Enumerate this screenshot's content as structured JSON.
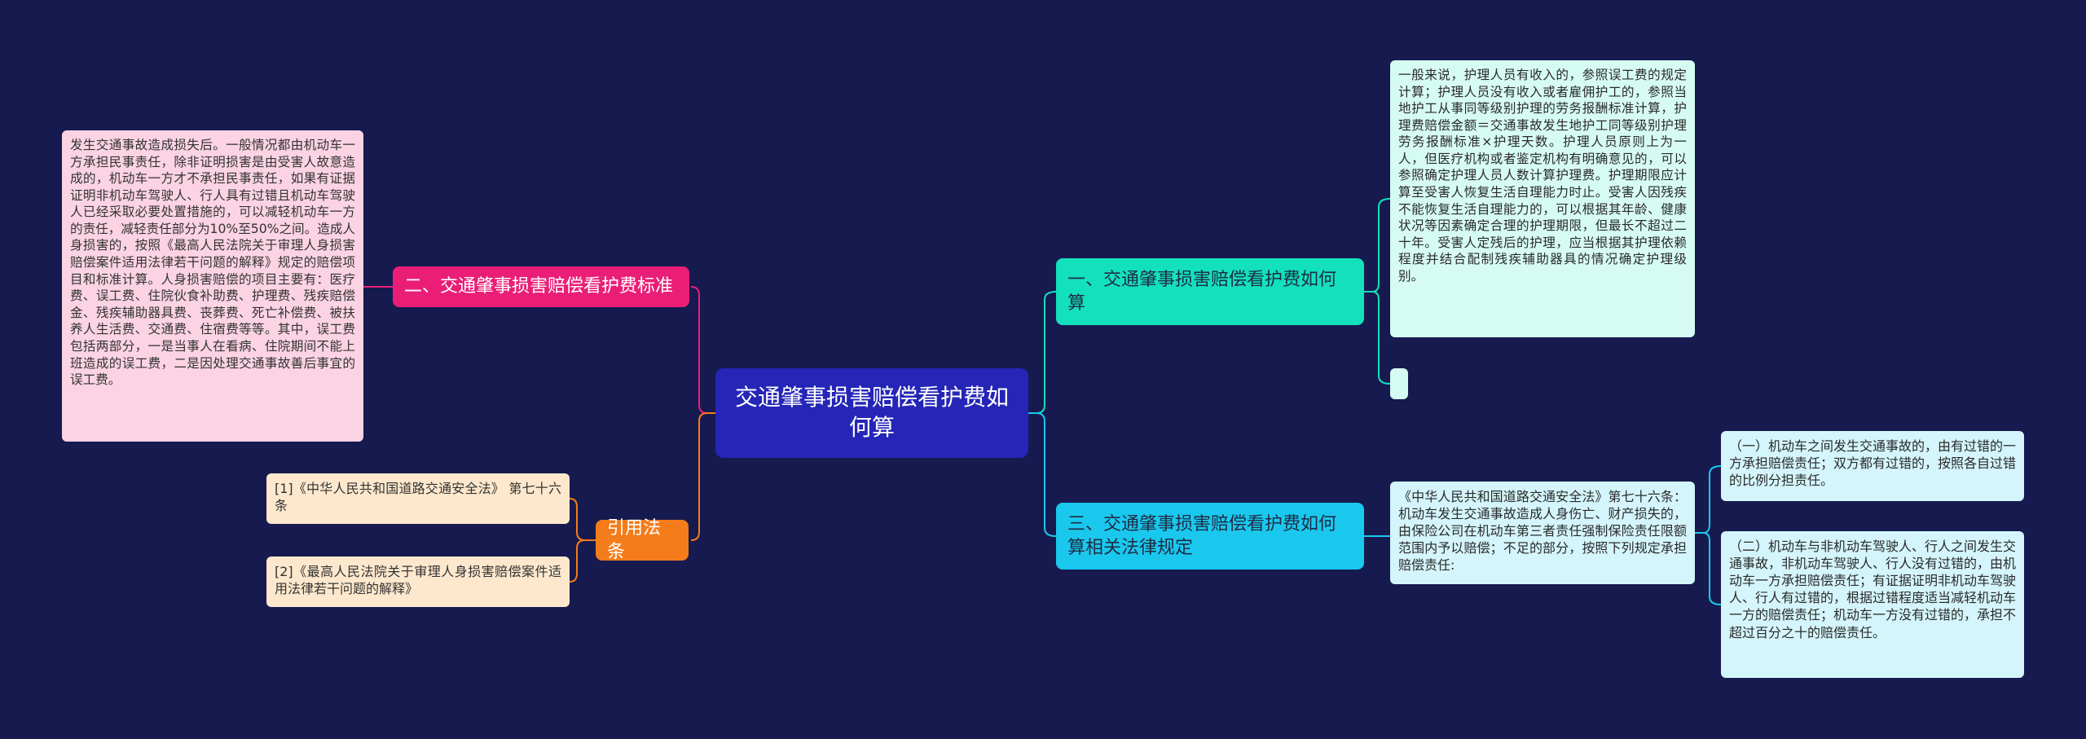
{
  "root": {
    "label": "交通肇事损害赔偿看护费如何算"
  },
  "branches": {
    "standard": "二、交通肇事损害赔偿看护费标准",
    "references": "引用法条",
    "calculation": "一、交通肇事损害赔偿看护费如何算",
    "law": "三、交通肇事损害赔偿看护费如何算相关法律规定"
  },
  "leaves": {
    "standard_text": "发生交通事故造成损失后。一般情况都由机动车一方承担民事责任，除非证明损害是由受害人故意造成的，机动车一方才不承担民事责任，如果有证据证明非机动车驾驶人、行人具有过错且机动车驾驶人已经采取必要处置措施的，可以减轻机动车一方的责任，减轻责任部分为10%至50%之间。造成人身损害的，按照《最高人民法院关于审理人身损害赔偿案件适用法律若干问题的解释》规定的赔偿项目和标准计算。人身损害赔偿的项目主要有：医疗费、误工费、住院伙食补助费、护理费、残疾赔偿金、残疾辅助器具费、丧葬费、死亡补偿费、被扶养人生活费、交通费、住宿费等等。其中，误工费包括两部分，一是当事人在看病、住院期间不能上班造成的误工费，二是因处理交通事故善后事宜的误工费。",
    "ref1": "[1]《中华人民共和国道路交通安全法》 第七十六条",
    "ref2": "[2]《最高人民法院关于审理人身损害赔偿案件适用法律若干问题的解释》",
    "care_text": "一般来说，护理人员有收入的，参照误工费的规定计算；护理人员没有收入或者雇佣护工的，参照当地护工从事同等级别护理的劳务报酬标准计算，护理费赔偿金额＝交通事故发生地护工同等级别护理劳务报酬标准×护理天数。护理人员原则上为一人，但医疗机构或者鉴定机构有明确意见的，可以参照确定护理人员人数计算护理费。护理期限应计算至受害人恢复生活自理能力时止。受害人因残疾不能恢复生活自理能力的，可以根据其年龄、健康状况等因素确定合理的护理期限，但最长不超过二十年。受害人定残后的护理，应当根据其护理依赖程度并结合配制残疾辅助器具的情况确定护理级别。",
    "law_text": "《中华人民共和国道路交通安全法》第七十六条：机动车发生交通事故造成人身伤亡、财产损失的，由保险公司在机动车第三者责任强制保险责任限额范围内予以赔偿；不足的部分，按照下列规定承担赔偿责任:",
    "sub1": "（一）机动车之间发生交通事故的，由有过错的一方承担赔偿责任；双方都有过错的，按照各自过错的比例分担责任。",
    "sub2": "（二）机动车与非机动车驾驶人、行人之间发生交通事故，非机动车驾驶人、行人没有过错的，由机动车一方承担赔偿责任；有证据证明非机动车驾驶人、行人有过错的，根据过错程度适当减轻机动车一方的赔偿责任；机动车一方没有过错的，承担不超过百分之十的赔偿责任。"
  },
  "colors": {
    "background": "#161a4f",
    "root": "#2525b8",
    "pink": "#ea1e77",
    "orange": "#f57c1a",
    "teal": "#13e1bd",
    "cyan": "#1ac8ee"
  }
}
